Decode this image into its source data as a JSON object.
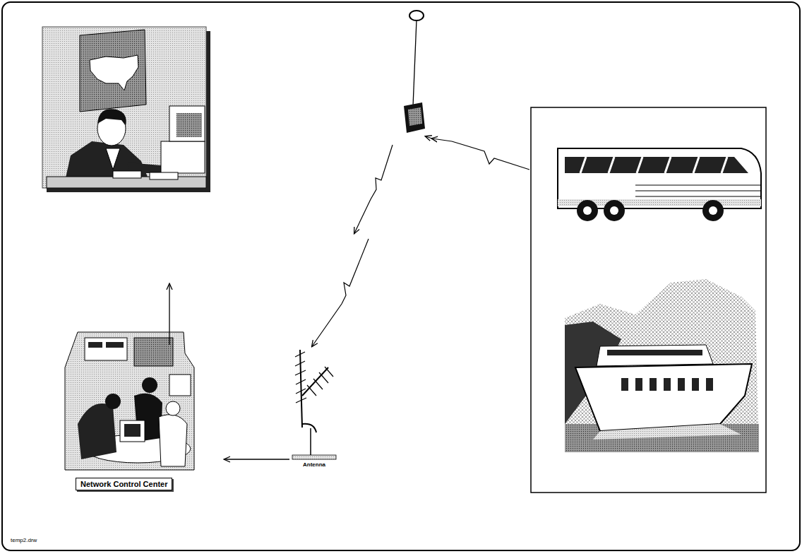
{
  "diagram": {
    "nodes": [
      {
        "text": [
          "Network Control Center"
        ]
      }
    ],
    "labels": [
      "Antenna",
      "temp2.drw"
    ]
  }
}
